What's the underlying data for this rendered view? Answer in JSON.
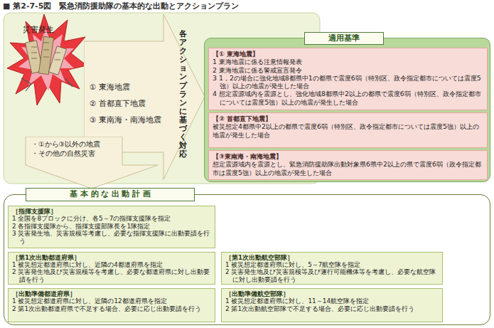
{
  "diagram": {
    "title": "■ 第2-7-5図　緊急消防援助隊の基本的な出動とアクションプラン",
    "nodes": [
      {
        "text": [
          "各アクションプランに基づく対応"
        ]
      },
      {
        "text": [
          "適用基準"
        ]
      },
      {
        "text": [
          "【① 東海地震】",
          "1 東海地震に係る注意情報発表",
          "2 東海地震に係る警戒宣言発令",
          "3 1，2の場合に強化地域8都県中1の都県で震度6弱（特別区、政令指定都市については震度5強）以上の地震が発生した場合",
          "4 想定震源域内を震源とし、強化地域8都県中2以上の都県で震度6弱（特別区、政令指定都市については震度5強）以上の地震が発生した場合"
        ],
        "in": 1
      },
      {
        "text": [
          "【② 首都直下地震】",
          "被災想定4都県中2以上の都県で震度6弱（特別区、政令指定都市については震度5強）以上の地震が発生した場合"
        ],
        "in": 1
      },
      {
        "text": [
          "【③東南海・南海地震】",
          "想定震源域内を震源とし、緊急消防援助隊出動対象県6県中2以上の県で震度6弱（政令指定都市は震度5強）以上の地震が発生した場合"
        ],
        "in": 1
      },
      {
        "text": [
          "・①から③以外の地震",
          "・その他の自然災害"
        ]
      },
      {
        "text": [
          "基 本 的 な 出 動 計 画"
        ]
      },
      {
        "text": [
          "［指揮支援隊］",
          "1 全国を8ブロックに分け、各5～7の指揮支援隊を指定",
          "2 各指揮支援隊から、指揮支援部隊長を1隊指定",
          "3 災害発生地、災害規模等考慮し、必要な指揮支援隊に出動要請を行う"
        ],
        "in": 6
      },
      {
        "text": [
          "［第1次出動都道府県］",
          "1 被災想定都道府県に対し、近隣の4都道府県を指定",
          "2 災害発生地及び災害規模等を考慮し、必要な都道府県に対し出動要請を行う"
        ],
        "in": 6
      },
      {
        "text": [
          "［第1次出動航空部隊］",
          "1 被災想定都道府県に対し、5～7航空隊を指定",
          "2 災害発生地及び災害規模等及び運行可能機体等を考慮し、必要な航空隊に対し出動要請を行う"
        ],
        "in": 6
      },
      {
        "text": [
          "［出動準備都道府県］",
          "1 被災想定都道府県に対し、近隣の12都道府県を指定",
          "2 第1次出動都道府県で不足する場合、必要に応じ出動要請を行う"
        ],
        "in": 6
      },
      {
        "text": [
          "［出動準備航空部隊］",
          "1 被災想定都道府県に対し、11～14航空隊を指定",
          "2 第1次出動航空部隊で不足する場合、必要に応じ出動要請を行う"
        ],
        "in": 6
      }
    ],
    "labels": [
      "災害発生",
      "① 東海地震",
      "② 首都直下地震",
      "③ 東南海・南海地震"
    ]
  }
}
